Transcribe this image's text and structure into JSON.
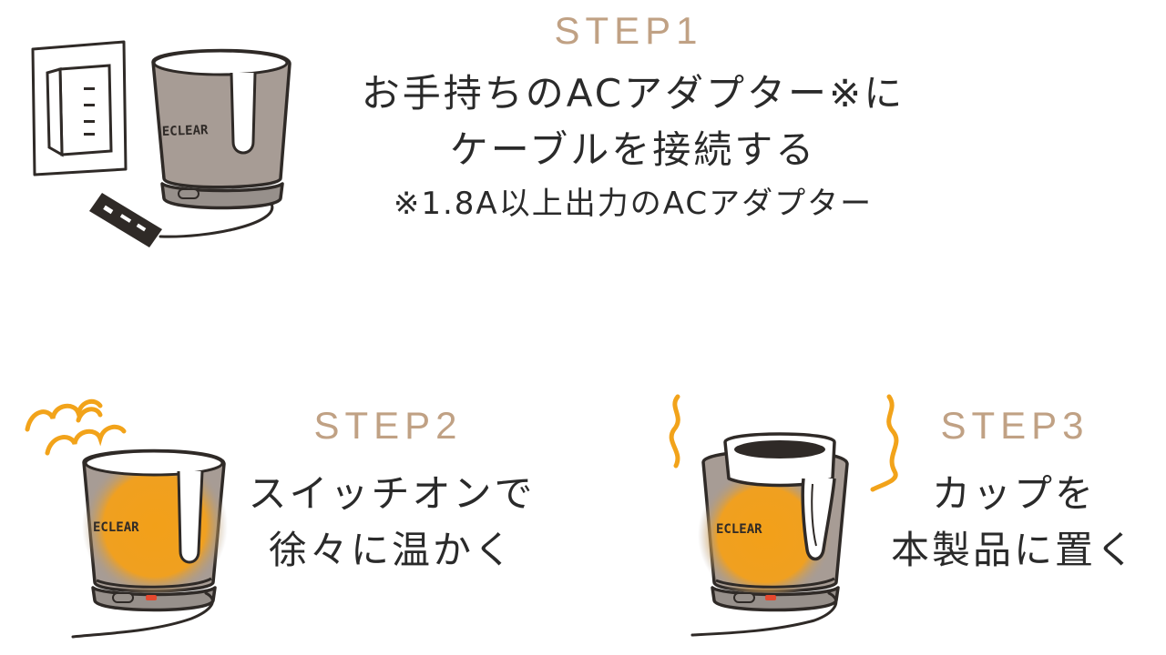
{
  "colors": {
    "step_label": "#c0a184",
    "text": "#2a2a2a",
    "holder_body": "#a79c95",
    "holder_base": "#97908b",
    "outline": "#2f2a27",
    "heat": "#f0a020",
    "heat_wave": "#f2a31a",
    "indicator": "#e5492f",
    "logo_text": "#2f2a27"
  },
  "brand_logo": "ECLEAR",
  "step1": {
    "label": "STEP1",
    "lines": [
      "お手持ちのACアダプター※に",
      "ケーブルを接続する"
    ],
    "note": "※1.8A以上出力のACアダプター",
    "icons": [
      "wall-outlet-icon",
      "cup-holder-icon",
      "usb-plug-icon"
    ]
  },
  "step2": {
    "label": "STEP2",
    "lines": [
      "スイッチオンで",
      "徐々に温かく"
    ],
    "icons": [
      "heat-wave-icon",
      "cup-holder-icon"
    ],
    "indicator": "on"
  },
  "step3": {
    "label": "STEP3",
    "lines": [
      "カップを",
      "本製品に置く"
    ],
    "icons": [
      "steam-icon",
      "cup-holder-icon",
      "mug-icon"
    ],
    "indicator": "on"
  }
}
